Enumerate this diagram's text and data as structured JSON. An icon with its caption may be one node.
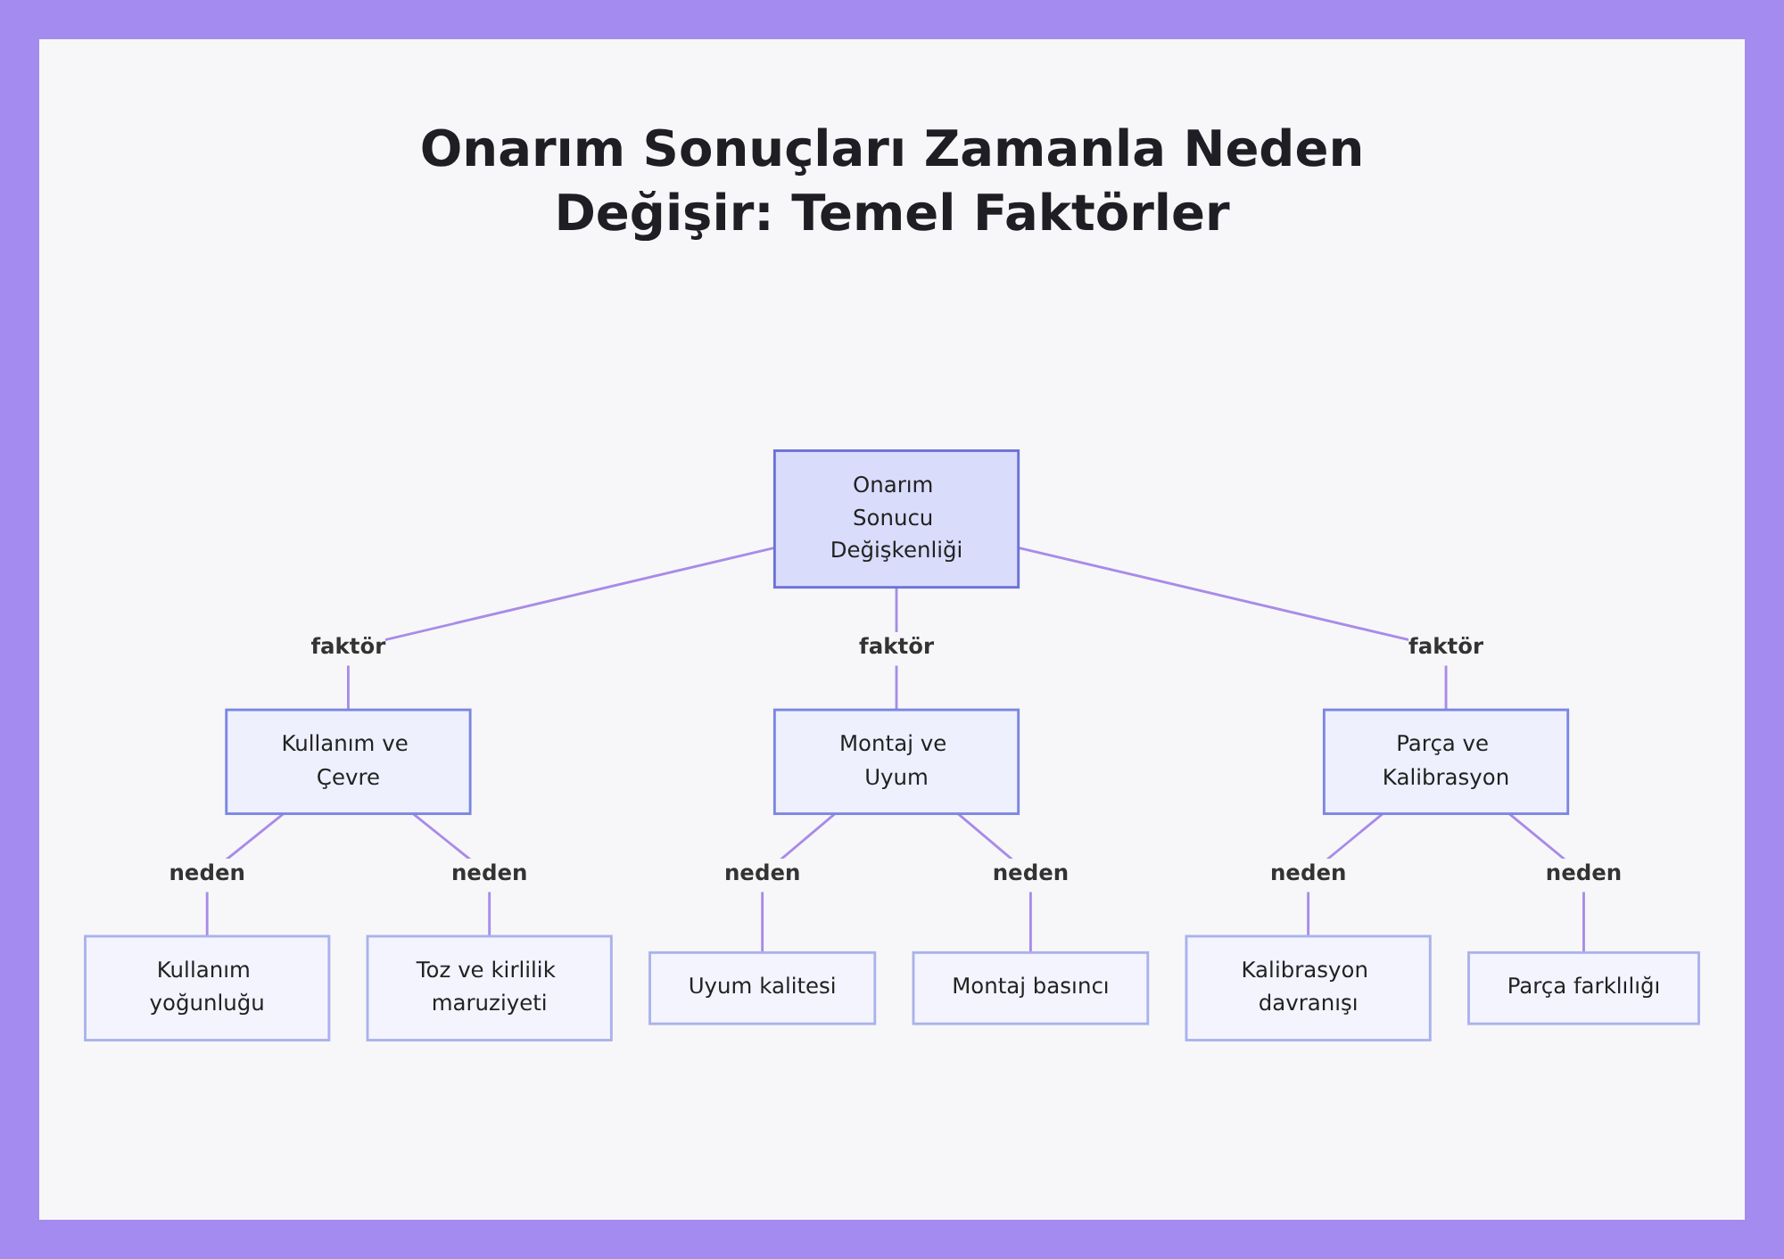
{
  "diagram": {
    "title": "Onarım Sonuçları Zamanla Neden Değişir: Temel Faktörler",
    "nodes": [
      {
        "text": [
          "Onarım Sonucu Değişkenliği"
        ]
      },
      {
        "text": [
          "Kullanım ve Çevre"
        ]
      },
      {
        "text": [
          "Montaj ve Uyum"
        ]
      },
      {
        "text": [
          "Parça ve Kalibrasyon"
        ]
      },
      {
        "text": [
          "Kullanım yoğunluğu"
        ]
      },
      {
        "text": [
          "Toz ve kirlilik maruziyeti"
        ]
      },
      {
        "text": [
          "Uyum kalitesi"
        ]
      },
      {
        "text": [
          "Montaj basıncı"
        ]
      },
      {
        "text": [
          "Kalibrasyon davranışı"
        ]
      },
      {
        "text": [
          "Parça farklılığı"
        ]
      }
    ],
    "edges": [
      {
        "from": 0,
        "to": 1,
        "label": "faktör",
        "arrow": "none"
      },
      {
        "from": 0,
        "to": 2,
        "label": "faktör",
        "arrow": "none"
      },
      {
        "from": 0,
        "to": 3,
        "label": "faktör",
        "arrow": "none"
      },
      {
        "from": 1,
        "to": 4,
        "label": "neden",
        "arrow": "none"
      },
      {
        "from": 1,
        "to": 5,
        "label": "neden",
        "arrow": "none"
      },
      {
        "from": 2,
        "to": 6,
        "label": "neden",
        "arrow": "none"
      },
      {
        "from": 2,
        "to": 7,
        "label": "neden",
        "arrow": "none"
      },
      {
        "from": 3,
        "to": 8,
        "label": "neden",
        "arrow": "none"
      },
      {
        "from": 3,
        "to": 9,
        "label": "neden",
        "arrow": "none"
      }
    ]
  }
}
